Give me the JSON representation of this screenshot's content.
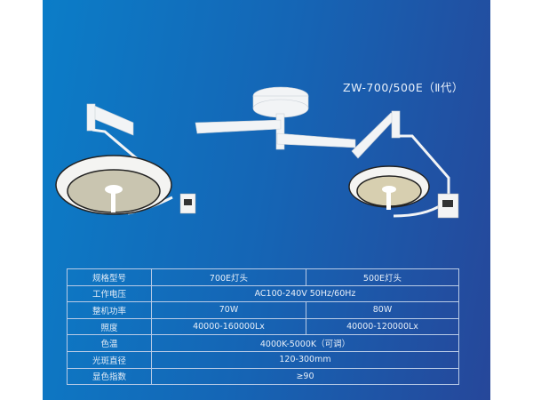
{
  "title": "ZW-700/500E（Ⅱ代）",
  "specs": {
    "rows": [
      {
        "label": "规格型号",
        "left": "700E灯头",
        "right": "500E灯头"
      },
      {
        "label": "工作电压",
        "value": "AC100-240V  50Hz/60Hz"
      },
      {
        "label": "整机功率",
        "left": "70W",
        "right": "80W"
      },
      {
        "label": "照度",
        "left": "40000-160000Lx",
        "right": "40000-120000Lx"
      },
      {
        "label": "色温",
        "value": "4000K-5000K（可调）"
      },
      {
        "label": "光斑直径",
        "value": "120-300mm"
      },
      {
        "label": "显色指数",
        "value": "≥90"
      }
    ]
  },
  "colors": {
    "panel_start": "#0b7dc8",
    "panel_end": "#26479a"
  }
}
